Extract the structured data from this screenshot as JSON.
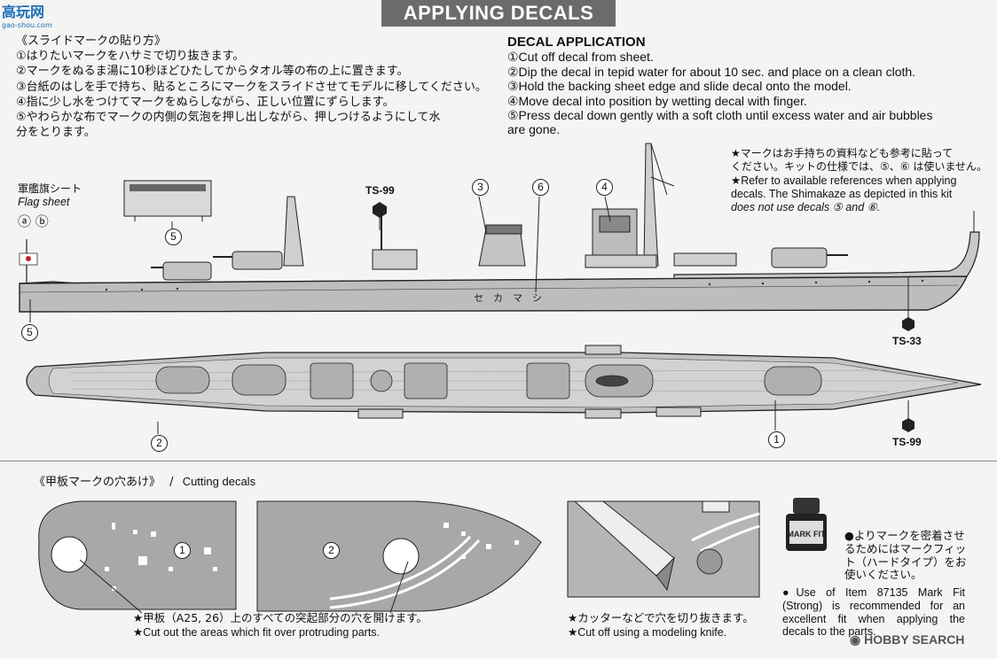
{
  "site_logo": {
    "big": "高玩网",
    "small": "gao-shou.com"
  },
  "header": {
    "title": "APPLYING DECALS"
  },
  "instructions_jp": {
    "title": "《スライドマークの貼り方》",
    "steps": [
      "①はりたいマークをハサミで切り抜きます。",
      "②マークをぬるま湯に10秒ほどひたしてからタオル等の布の上に置きます。",
      "③台紙のはしを手で持ち、貼るところにマークをスライドさせてモデルに移してください。",
      "④指に少し水をつけてマークをぬらしながら、正しい位置にずらします。",
      "⑤やわらかな布でマークの内側の気泡を押し出しながら、押しつけるようにして水",
      "分をとります。"
    ]
  },
  "instructions_en": {
    "title": "DECAL APPLICATION",
    "steps": [
      "①Cut off decal from sheet.",
      "②Dip the decal in tepid water for about 10 sec. and place on a clean cloth.",
      "③Hold the backing sheet edge and slide decal onto the model.",
      "④Move decal into position by wetting decal with finger.",
      "⑤Press decal down gently with a soft cloth until excess water and air bubbles",
      "are gone."
    ]
  },
  "reference_note": {
    "jp_1": "★マークはお手持ちの資料なども参考に貼って",
    "jp_2": "ください。キットの仕様では、⑤、⑥ は使いません。",
    "en_1": "★Refer to available references when applying",
    "en_2": "decals. The Shimakaze as depicted in this kit",
    "en_3": "does not use decals ⑤ and ⑥."
  },
  "flag_sheet": {
    "jp": "軍艦旗シート",
    "en": "Flag sheet",
    "a": "ⓐ",
    "b": "ⓑ"
  },
  "callouts": {
    "n1": "1",
    "n2": "2",
    "n3": "3",
    "n4": "4",
    "n5": "5",
    "n6": "6",
    "ts99_top": "TS-99",
    "ts33": "TS-33",
    "ts99_bottom": "TS-99",
    "hull_name": "セ　カ　マ　シ"
  },
  "cutting": {
    "title_jp": "《甲板マークの穴あけ》",
    "title_sep": "/",
    "title_en": "Cutting decals",
    "panel1": "1",
    "panel2": "2",
    "note_jp": "★甲板（A25, 26）上のすべての突起部分の穴を開けます。",
    "note_en": "★Cut out the areas which fit over protruding parts.",
    "knife_jp": "★カッターなどで穴を切り抜きます。",
    "knife_en": "★Cut off using a modeling knife."
  },
  "mark_fit": {
    "jp_1": "●よりマークを密着させ",
    "jp_2": "るためにはマークフィッ",
    "jp_3": "ト（ハードタイプ）をお",
    "jp_4": "使いください。",
    "en": "●Use of Item 87135 Mark Fit (Strong) is recommended for an excellent fit when applying the decals to the parts.",
    "bottle_label": "MARK FIT"
  },
  "footer": {
    "brand": "HOBBY SEARCH"
  }
}
